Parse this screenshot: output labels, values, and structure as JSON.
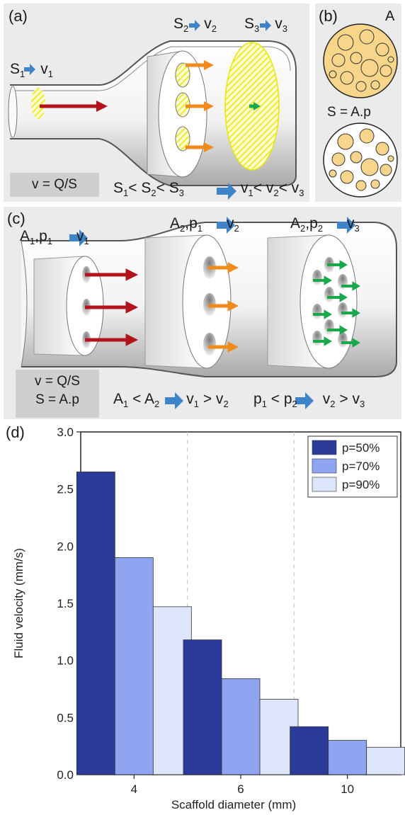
{
  "panel_a": {
    "label": "(a)",
    "s1_sym": "S",
    "s1_sub": "1",
    "v1_sym": "v",
    "v1_sub": "1",
    "s2_sym": "S",
    "s2_sub": "2",
    "v2_sym": "v",
    "v2_sub": "2",
    "s3_sym": "S",
    "s3_sub": "3",
    "v3_sym": "v",
    "v3_sub": "3",
    "formula": "v = Q/S",
    "inequality_left": [
      "S",
      "1",
      "< S",
      "2",
      "< S",
      "3"
    ],
    "inequality_right": [
      "v",
      "1",
      "< v",
      "2",
      "< v",
      "3"
    ]
  },
  "panel_b": {
    "label": "(b)",
    "area_label": "A",
    "porous_label": "S = A.p"
  },
  "panel_c": {
    "label": "(c)",
    "stage1": {
      "a": "A",
      "a_sub": "1",
      "p": ",p",
      "p_sub": "1",
      "v": "v",
      "v_sub": "1"
    },
    "stage2": {
      "a": "A",
      "a_sub": "2",
      "p": ",p",
      "p_sub": "1",
      "v": "v",
      "v_sub": "2"
    },
    "stage3": {
      "a": "A",
      "a_sub": "2",
      "p": ",p",
      "p_sub": "2",
      "v": "v",
      "v_sub": "3"
    },
    "formula_line1": "v = Q/S",
    "formula_line2": "S = A.p",
    "ineq1": {
      "l": "A",
      "ls": "1",
      "m": " < A",
      "ms": "2",
      "r": "v",
      "rs": "1",
      "r2": " > v",
      "r2s": "2"
    },
    "ineq2": {
      "l": "p",
      "ls": "1",
      "m": " < p",
      "ms": "2",
      "r": "v",
      "rs": "2",
      "r2": " > v",
      "r2s": "3"
    }
  },
  "panel_d": {
    "label": "(d)"
  },
  "colors": {
    "p50": "#2a3b9a",
    "p70": "#8fa5f2",
    "p90": "#dde5fb",
    "arrow_red": "#b3141c",
    "arrow_orange": "#f08a1c",
    "arrow_green": "#1aa84c",
    "arrow_blue": "#3f84c8",
    "pore_fill": "#f7d58a",
    "hatch": "#ffff33"
  },
  "chart_data": {
    "type": "bar",
    "title": "",
    "xlabel": "Scaffold diameter (mm)",
    "ylabel": "Fluid velocity (mm/s)",
    "categories": [
      "4",
      "6",
      "10"
    ],
    "ylim": [
      0,
      3.0
    ],
    "yticks": [
      "0.0",
      "0.5",
      "1.0",
      "1.5",
      "2.0",
      "2.5",
      "3.0"
    ],
    "legend_position": "top-right",
    "series": [
      {
        "name": "p=50%",
        "values": [
          2.65,
          1.18,
          0.42
        ]
      },
      {
        "name": "p=70%",
        "values": [
          1.9,
          0.84,
          0.3
        ]
      },
      {
        "name": "p=90%",
        "values": [
          1.47,
          0.66,
          0.24
        ]
      }
    ]
  }
}
